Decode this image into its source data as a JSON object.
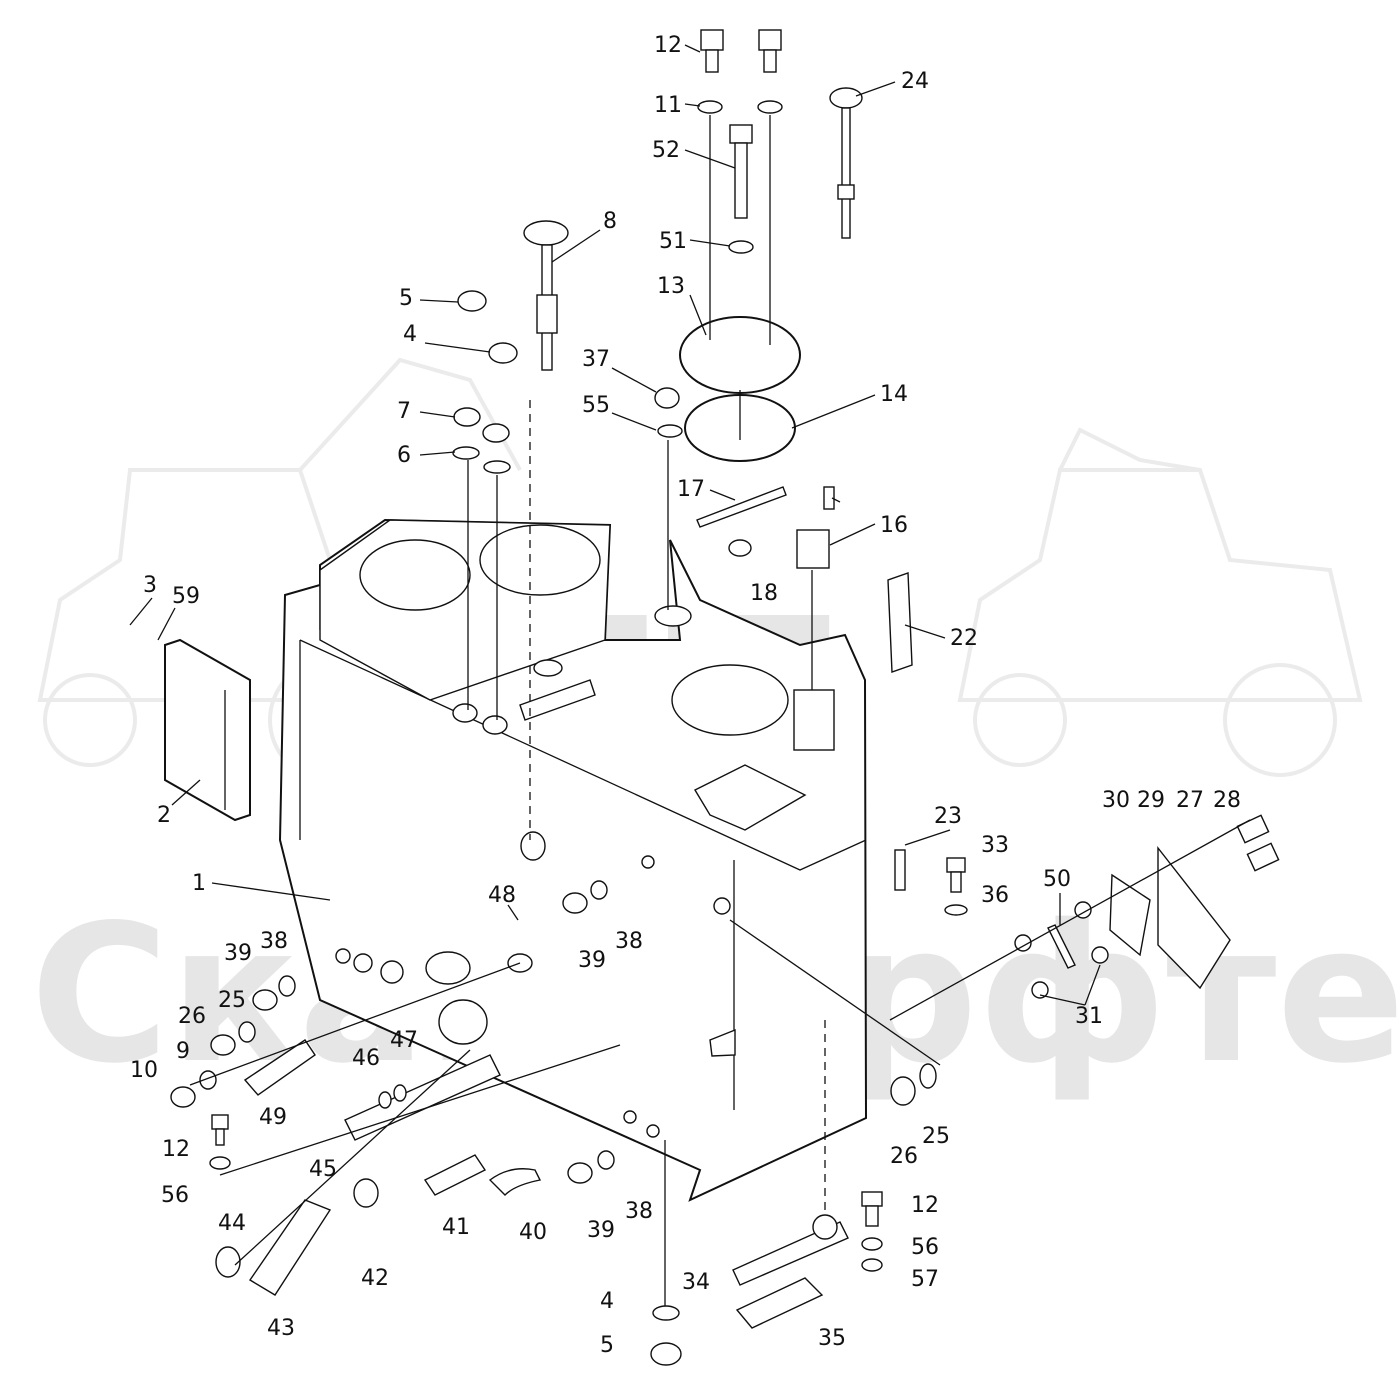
{
  "watermark": {
    "logo_text": "SFT",
    "brand_text": "Скандорфтек"
  },
  "callouts": [
    {
      "id": "c12a",
      "label": "12"
    },
    {
      "id": "c11",
      "label": "11"
    },
    {
      "id": "c52",
      "label": "52"
    },
    {
      "id": "c24",
      "label": "24"
    },
    {
      "id": "c51",
      "label": "51"
    },
    {
      "id": "c8",
      "label": "8"
    },
    {
      "id": "c5a",
      "label": "5"
    },
    {
      "id": "c13",
      "label": "13"
    },
    {
      "id": "c4a",
      "label": "4"
    },
    {
      "id": "c37",
      "label": "37"
    },
    {
      "id": "c14",
      "label": "14"
    },
    {
      "id": "c7",
      "label": "7"
    },
    {
      "id": "c55",
      "label": "55"
    },
    {
      "id": "c6",
      "label": "6"
    },
    {
      "id": "c17",
      "label": "17"
    },
    {
      "id": "c16",
      "label": "16"
    },
    {
      "id": "c18",
      "label": "18"
    },
    {
      "id": "c3",
      "label": "3"
    },
    {
      "id": "c59",
      "label": "59"
    },
    {
      "id": "c22",
      "label": "22"
    },
    {
      "id": "c2",
      "label": "2"
    },
    {
      "id": "c23",
      "label": "23"
    },
    {
      "id": "c30",
      "label": "30"
    },
    {
      "id": "c29",
      "label": "29"
    },
    {
      "id": "c27",
      "label": "27"
    },
    {
      "id": "c28",
      "label": "28"
    },
    {
      "id": "c33",
      "label": "33"
    },
    {
      "id": "c1",
      "label": "1"
    },
    {
      "id": "c50",
      "label": "50"
    },
    {
      "id": "c36",
      "label": "36"
    },
    {
      "id": "c48",
      "label": "48"
    },
    {
      "id": "c39a",
      "label": "39"
    },
    {
      "id": "c38a",
      "label": "38"
    },
    {
      "id": "c39b",
      "label": "39"
    },
    {
      "id": "c38b",
      "label": "38"
    },
    {
      "id": "c25a",
      "label": "25"
    },
    {
      "id": "c26a",
      "label": "26"
    },
    {
      "id": "c31",
      "label": "31"
    },
    {
      "id": "c9",
      "label": "9"
    },
    {
      "id": "c47",
      "label": "47"
    },
    {
      "id": "c46",
      "label": "46"
    },
    {
      "id": "c10",
      "label": "10"
    },
    {
      "id": "c49",
      "label": "49"
    },
    {
      "id": "c12b",
      "label": "12"
    },
    {
      "id": "c45",
      "label": "45"
    },
    {
      "id": "c26b",
      "label": "26"
    },
    {
      "id": "c25b",
      "label": "25"
    },
    {
      "id": "c56a",
      "label": "56"
    },
    {
      "id": "c38c",
      "label": "38"
    },
    {
      "id": "c41",
      "label": "41"
    },
    {
      "id": "c40",
      "label": "40"
    },
    {
      "id": "c39c",
      "label": "39"
    },
    {
      "id": "c12c",
      "label": "12"
    },
    {
      "id": "c44",
      "label": "44"
    },
    {
      "id": "c56b",
      "label": "56"
    },
    {
      "id": "c42",
      "label": "42"
    },
    {
      "id": "c34",
      "label": "34"
    },
    {
      "id": "c57",
      "label": "57"
    },
    {
      "id": "c43",
      "label": "43"
    },
    {
      "id": "c4b",
      "label": "4"
    },
    {
      "id": "c35",
      "label": "35"
    },
    {
      "id": "c5b",
      "label": "5"
    }
  ]
}
